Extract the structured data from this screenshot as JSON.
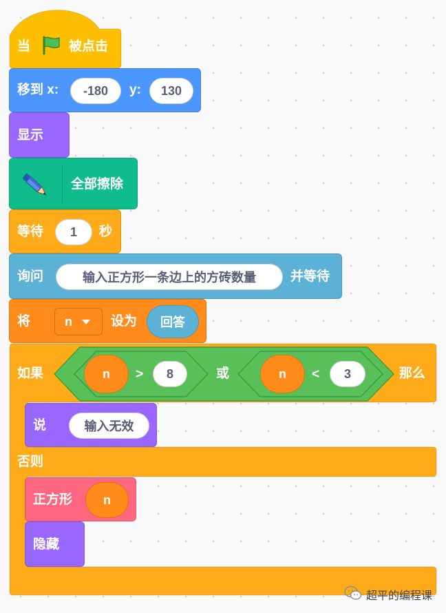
{
  "colors": {
    "events": "#ffbf00",
    "motion": "#4c97ff",
    "looks": "#9966ff",
    "pen": "#0fbd8c",
    "control": "#ffab19",
    "sensing": "#5cb1d6",
    "variables": "#ff8c1a",
    "operators": "#59c059",
    "my_blocks": "#ff6680"
  },
  "script": {
    "hat": {
      "prefix": "当",
      "icon": "green-flag-icon",
      "suffix": "被点击"
    },
    "goto": {
      "label": "移到 x:",
      "x_value": "-180",
      "y_label": "y:",
      "y_value": "130"
    },
    "show": {
      "label": "显示"
    },
    "pen_clear": {
      "icon": "pen-icon",
      "label": "全部擦除"
    },
    "wait": {
      "label": "等待",
      "value": "1",
      "unit": "秒"
    },
    "ask": {
      "label": "询问",
      "question": "输入正方形一条边上的方砖数量",
      "suffix": "并等待"
    },
    "set_var": {
      "label": "将",
      "variable": "n",
      "mid": "设为",
      "value": "回答"
    },
    "if_else": {
      "if_label": "如果",
      "then_label": "那么",
      "else_label": "否则",
      "condition": {
        "left": {
          "var": "n",
          "op": ">",
          "value": "8"
        },
        "or_label": "或",
        "right": {
          "var": "n",
          "op": "<",
          "value": "3"
        }
      },
      "then_branch": {
        "say_label": "说",
        "say_text": "输入无效"
      },
      "else_branch": {
        "custom_block": {
          "label": "正方形",
          "arg": "n"
        },
        "hide": {
          "label": "隐藏"
        }
      }
    }
  },
  "watermark": {
    "icon": "wechat-icon",
    "text": "超平的编程课"
  }
}
